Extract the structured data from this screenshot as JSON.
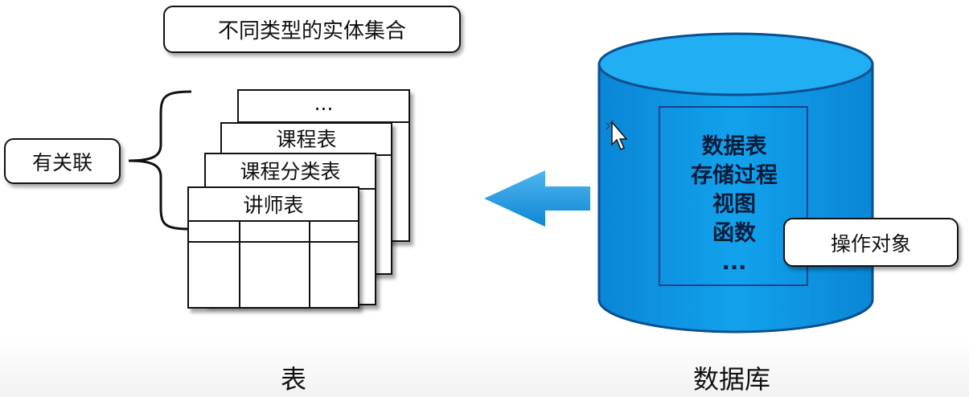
{
  "callouts": {
    "entity_collection": "不同类型的实体集合",
    "related": "有关联",
    "operation_objects": "操作对象"
  },
  "tables": {
    "stack": [
      "...",
      "课程表",
      "课程分类表",
      "讲师表"
    ],
    "caption": "表"
  },
  "database": {
    "items": [
      "数据表",
      "存储过程",
      "视图",
      "函数",
      "..."
    ],
    "caption": "数据库",
    "fill_color": "#0e93df",
    "border_color": "#0a4f8f",
    "inner_border_color": "#1a3f8a"
  },
  "arrow": {
    "color": "#1a9be6"
  }
}
